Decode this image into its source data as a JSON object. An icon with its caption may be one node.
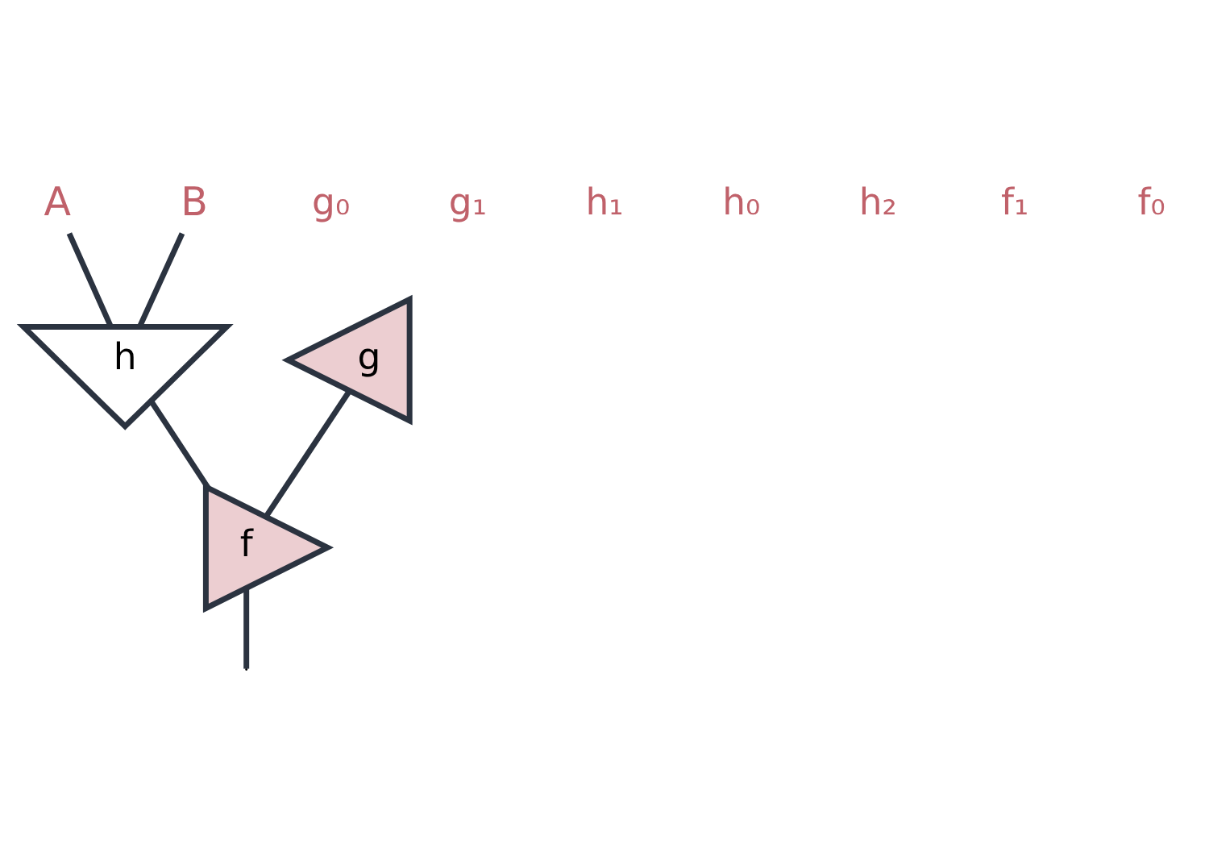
{
  "diagram": {
    "nodes": [
      {
        "text": [
          "A"
        ]
      },
      {
        "text": [
          "B"
        ]
      },
      {
        "text": [
          "g"
        ]
      },
      {
        "text": [
          "h"
        ]
      },
      {
        "text": [
          "f"
        ]
      }
    ],
    "edges": [
      {
        "from": 0,
        "to": 3,
        "arrow": "none"
      },
      {
        "from": 1,
        "to": 3,
        "arrow": "none"
      },
      {
        "from": 2,
        "to": 4,
        "arrow": "none"
      },
      {
        "from": 3,
        "to": 4,
        "arrow": "none"
      },
      {
        "from": 4,
        "to": null,
        "arrow": "none"
      }
    ],
    "labels": [
      "g₀",
      "g₁",
      "h₁",
      "h₀",
      "h₂",
      "f₁",
      "f₀"
    ]
  }
}
